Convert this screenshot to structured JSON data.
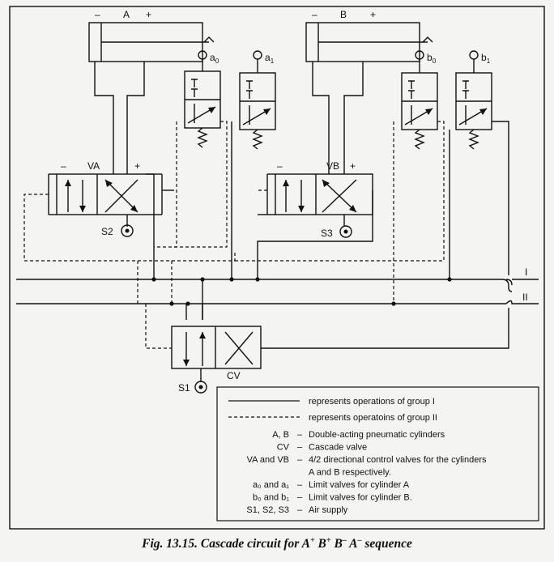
{
  "labels": {
    "cyl_a": "A",
    "cyl_b": "B",
    "minus": "–",
    "plus": "+",
    "valve_a": "VA",
    "valve_b": "VB",
    "supply_s1": "S1",
    "supply_s2": "S2",
    "supply_s3": "S3",
    "cascade": "CV",
    "line_group1": "I",
    "line_group2": "II",
    "lim_a0": "a",
    "lim_a0_sub": "0",
    "lim_a1": "a",
    "lim_a1_sub": "1",
    "lim_b0": "b",
    "lim_b0_sub": "0",
    "lim_b1": "b",
    "lim_b1_sub": "1"
  },
  "legend": {
    "solid": "represents operations of group I",
    "dashed": "represents operatoins of group II",
    "rows": [
      {
        "term": "A, B",
        "desc": "Double-acting pneumatic cylinders"
      },
      {
        "term": "CV",
        "desc": "Cascade valve"
      },
      {
        "term": "VA and VB",
        "desc": "4/2 directional control valves for the cylinders"
      },
      {
        "term": "",
        "desc": "A and B respectively."
      },
      {
        "term": "a₀ and a₁",
        "desc": "Limit valves for cylinder A"
      },
      {
        "term": "b₀ and b₁",
        "desc": "Limit valves for cylinder B."
      },
      {
        "term": "S1, S2, S3",
        "desc": "Air supply"
      }
    ],
    "dash": "–"
  },
  "caption": {
    "prefix": "Fig. 13.15. Cascade circuit for A",
    "s1": "+",
    "b1": " B",
    "s2": "+",
    "b2": " B",
    "s3": "–",
    "a": " A",
    "s4": "–",
    "suffix": " sequence"
  }
}
